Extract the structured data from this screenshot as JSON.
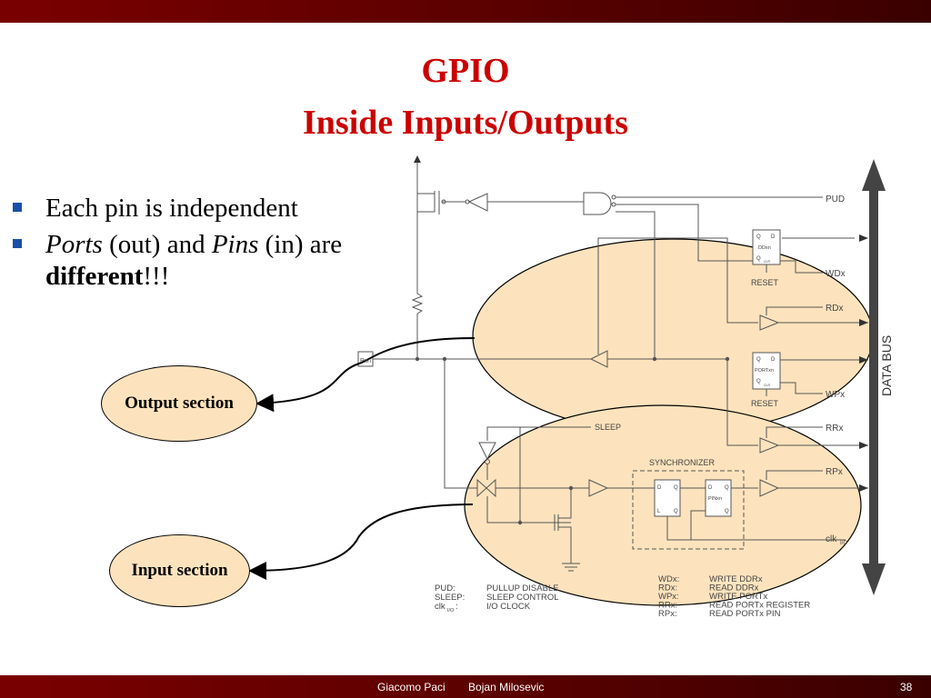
{
  "title": {
    "line1": "GPIO",
    "line2": "Inside Inputs/Outputs"
  },
  "bullets": [
    {
      "runs": [
        {
          "text": "Each pin is independent",
          "style": "normal"
        }
      ]
    },
    {
      "runs": [
        {
          "text": "Ports",
          "style": "italic"
        },
        {
          "text": " (out) and ",
          "style": "normal"
        },
        {
          "text": "Pins",
          "style": "italic"
        },
        {
          "text": " (in) are ",
          "style": "normal"
        },
        {
          "text": "different",
          "style": "bold"
        },
        {
          "text": "!!!",
          "style": "normal"
        }
      ]
    }
  ],
  "callouts": {
    "output": "Output section",
    "input": "Input section"
  },
  "diagram": {
    "pin_label": "Pxn",
    "data_bus": "DATA BUS",
    "signals": {
      "pud": "PUD",
      "wdx": "WDx",
      "rdx": "RDx",
      "wpx": "WPx",
      "rrx": "RRx",
      "rpx": "RPx",
      "clk": "clk",
      "clk_sub": "I/O",
      "sleep": "SLEEP"
    },
    "ddxn": {
      "q": "Q",
      "d": "D",
      "name": "DDxn",
      "qbar": "Q",
      "clr": "CLR",
      "reset": "RESET"
    },
    "portxn": {
      "q": "Q",
      "d": "D",
      "name": "PORTxn",
      "qbar": "Q",
      "clr": "CLR",
      "reset": "RESET"
    },
    "synchronizer": "SYNCHRONIZER",
    "sync_latch": {
      "d": "D",
      "q": "Q",
      "l": "L",
      "qbar": "Q"
    },
    "pinxn": {
      "d": "D",
      "q": "Q",
      "name": "PINxn",
      "qbar": "Q"
    },
    "legend_left": [
      {
        "key": "PUD:",
        "value": "PULLUP DISABLE"
      },
      {
        "key": "SLEEP:",
        "value": "SLEEP CONTROL"
      },
      {
        "key": "clk",
        "key_sub": "I/O",
        "key_suffix": ":",
        "value": "I/O CLOCK"
      }
    ],
    "legend_right": [
      {
        "key": "WDx:",
        "value": "WRITE DDRx"
      },
      {
        "key": "RDx:",
        "value": "READ DDRx"
      },
      {
        "key": "WPx:",
        "value": "WRITE PORTx"
      },
      {
        "key": "RRx:",
        "value": "READ PORTx REGISTER"
      },
      {
        "key": "RPx:",
        "value": "READ PORTx PIN"
      }
    ]
  },
  "footer": {
    "author1": "Giacomo Paci",
    "author2": "Bojan Milosevic",
    "page": "38"
  },
  "colors": {
    "bar": "#6b0000",
    "title": "#cc0000",
    "callout_fill": "#fde3bd",
    "bullet": "#1a4fa8"
  }
}
